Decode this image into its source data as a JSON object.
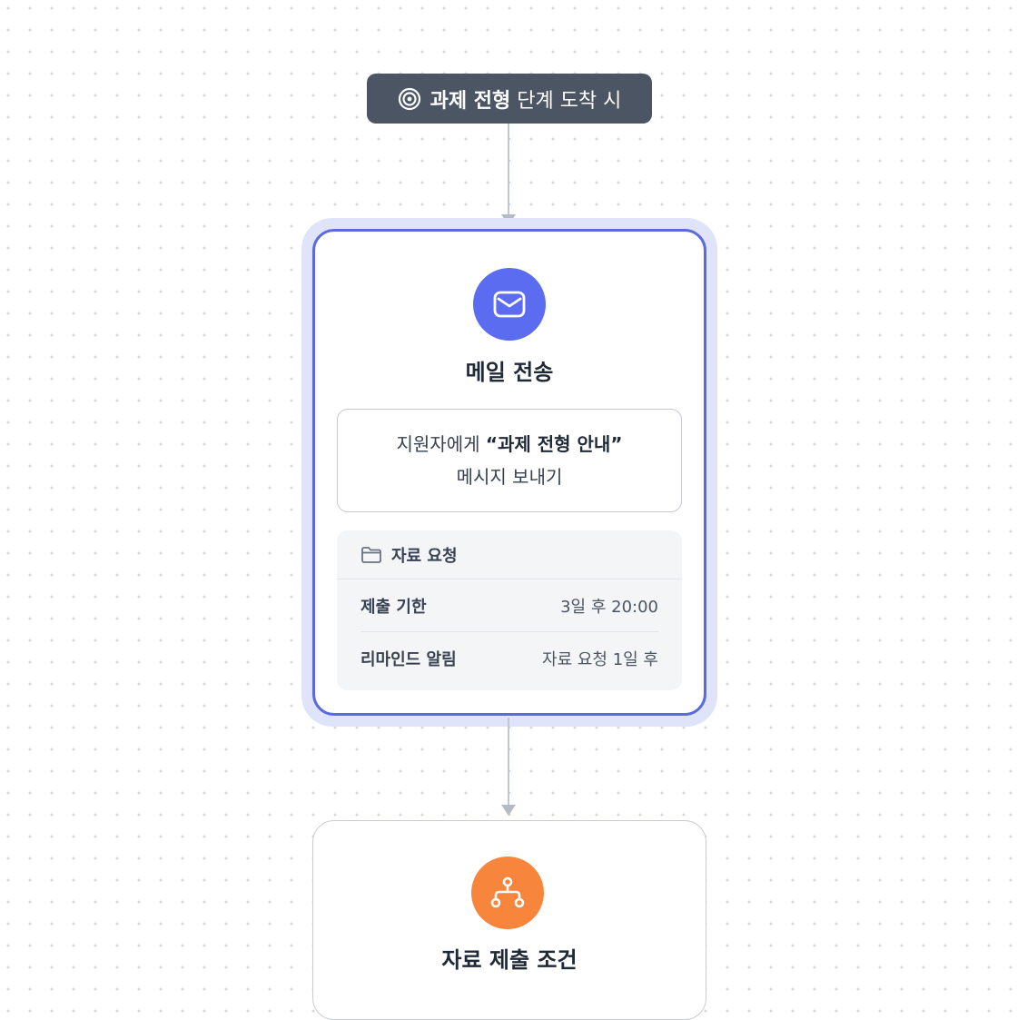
{
  "trigger": {
    "icon": "target-icon",
    "stage": "과제 전형",
    "suffix": "단계 도착 시"
  },
  "email_node": {
    "icon": "mail-icon",
    "icon_color": "#5b6cf0",
    "title": "메일 전송",
    "message_prefix": "지원자에게",
    "message_name": "“과제 전형 안내”",
    "message_suffix": "메시지 보내기",
    "section": {
      "icon": "folder-icon",
      "title": "자료 요청",
      "rows": [
        {
          "label": "제출 기한",
          "value": "3일 후 20:00"
        },
        {
          "label": "리마인드 알림",
          "value": "자료 요청 1일 후"
        }
      ]
    }
  },
  "condition_node": {
    "icon": "branch-icon",
    "icon_color": "#f7853b",
    "title": "자료 제출 조건"
  },
  "colors": {
    "trigger_bg": "#4b5563",
    "selected_border": "#5b6ae0",
    "selected_halo": "#e0e4fb",
    "connector": "#c3c8d0"
  }
}
